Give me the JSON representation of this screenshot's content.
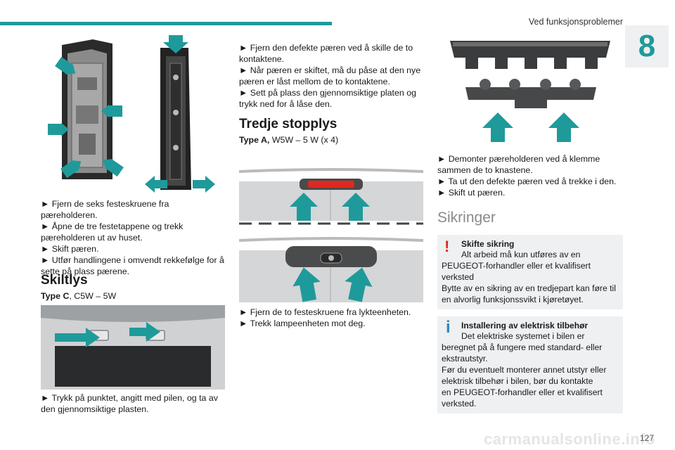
{
  "header": {
    "title": "Ved funksjonsproblemer",
    "chapter": "8",
    "page_number": "127"
  },
  "colors": {
    "accent": "#1f9a9a",
    "warning": "#e0281e",
    "info": "#2f87c6",
    "notice_bg": "#eef0f2"
  },
  "col1": {
    "steps": [
      "► Fjern de seks festeskruene fra pæreholderen.",
      "► Åpne de tre festetappene og trekk",
      "pæreholderen ut av huset.",
      "► Skift pæren.",
      "► Utfør handlingene i omvendt rekkefølge for å",
      "sette på plass pærene."
    ],
    "section_title": "Skiltlys",
    "type_label": "Type C",
    "type_spec": ", C5W – 5W",
    "steps2": [
      "► Trykk på punktet, angitt med pilen, og ta av",
      "den gjennomsiktige plasten."
    ]
  },
  "col2": {
    "steps": [
      "► Fjern den defekte pæren ved å skille de to",
      "kontaktene.",
      "► Når pæren er skiftet, må du påse at den nye",
      "pæren er låst mellom de to kontaktene.",
      "► Sett på plass den gjennomsiktige platen og",
      "trykk ned for å låse den."
    ],
    "section_title": "Tredje stopplys",
    "type_label": "Type A,",
    "type_spec": " W5W – 5 W (x 4)",
    "steps2": [
      "► Fjern de to festeskruene fra lykteenheten.",
      "► Trekk lampeenheten mot deg."
    ]
  },
  "col3": {
    "steps": [
      "► Demonter pæreholderen ved å klemme",
      "sammen de to knastene.",
      "► Ta ut den defekte pæren ved å trekke i den.",
      "► Skift ut pæren."
    ],
    "section_title": "Sikringer",
    "warning": {
      "mark": "!",
      "title": "Skifte sikring",
      "lines": [
        "Alt arbeid må kun utføres av en",
        "PEUGEOT-forhandler eller et kvalifisert",
        "verksted",
        "Bytte av en sikring av en tredjepart kan føre til",
        "en alvorlig funksjonssvikt i kjøretøyet."
      ]
    },
    "info": {
      "mark": "i",
      "title": "Installering av elektrisk tilbehør",
      "lines": [
        "Det elektriske systemet i bilen er",
        "beregnet på å fungere med standard- eller",
        "ekstrautstyr.",
        "Før du eventuelt monterer annet utstyr eller",
        "elektrisk tilbehør i bilen, bør du kontakte",
        "en PEUGEOT-forhandler eller et kvalifisert",
        "verksted."
      ]
    }
  },
  "footer": {
    "watermark": "carmanualsonline.info"
  }
}
